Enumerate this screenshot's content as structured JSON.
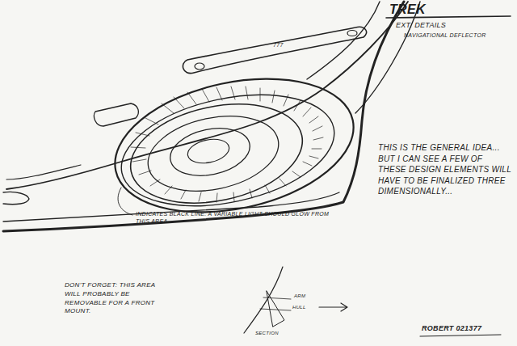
{
  "diagram": {
    "title": "TREK",
    "labels": [
      "EXT. DETAILS",
      "NAVIGATIONAL DEFLECTOR",
      "777",
      "THIS IS THE GENERAL IDEA... BUT I CAN SEE A FEW OF THESE DESIGN ELEMENTS WILL HAVE TO BE FINALIZED THREE DIMENSIONALLY...",
      "INDICATES BLACK LINE. A VARIABLE LIGHT SHOULD GLOW FROM THIS AREA",
      "DON'T FORGET: THIS AREA WILL PROBABLY BE REMOVABLE FOR A FRONT MOUNT.",
      "ARM",
      "HULL",
      "SECTION",
      "ROBERT 021377"
    ]
  }
}
